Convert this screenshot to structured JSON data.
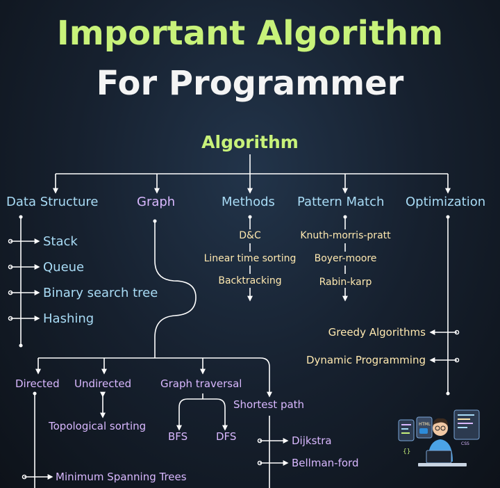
{
  "title_line1": "Important Algorithm",
  "title_line2": "For Programmer",
  "root": "Algorithm",
  "categories": {
    "data_structure": "Data Structure",
    "graph": "Graph",
    "methods": "Methods",
    "pattern_match": "Pattern Match",
    "optimization": "Optimization"
  },
  "data_structure_items": [
    "Stack",
    "Queue",
    "Binary search tree",
    "Hashing"
  ],
  "methods_items": [
    "D&C",
    "Linear time sorting",
    "Backtracking"
  ],
  "pattern_match_items": [
    "Knuth-morris-pratt",
    "Boyer-moore",
    "Rabin-karp"
  ],
  "optimization_items": [
    "Greedy Algorithms",
    "Dynamic Programming"
  ],
  "graph": {
    "directed": "Directed",
    "undirected": "Undirected",
    "graph_traversal": "Graph traversal",
    "shortest_path": "Shortest path",
    "topological_sorting": "Topological sorting",
    "bfs": "BFS",
    "dfs": "DFS",
    "dijkstra": "Dijkstra",
    "bellman_ford": "Bellman-ford",
    "mst": "Minimum Spanning Trees"
  },
  "illustration": {
    "html_label": "HTML",
    "css_label": "CSS"
  },
  "colors": {
    "accent_green": "#c8f27a",
    "lavender": "#d9b8ff",
    "sky_blue": "#a9dcf6",
    "cream": "#ffe9b0",
    "line": "#ffffff"
  }
}
